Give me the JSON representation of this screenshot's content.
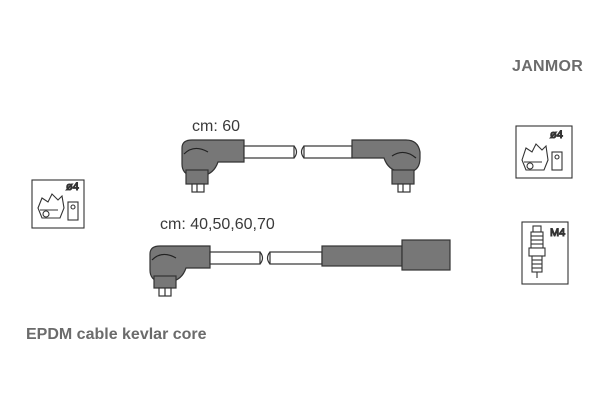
{
  "brand": "JANMOR",
  "cable_set_1": {
    "label": "cm: 60"
  },
  "cable_set_2": {
    "label": "cm: 40,50,60,70"
  },
  "connector_left": {
    "tag": "ø4"
  },
  "connector_right_top": {
    "tag": "ø4"
  },
  "connector_right_bottom": {
    "tag": "M4"
  },
  "footer": "EPDM cable kevlar core",
  "colors": {
    "body": "#777777",
    "outline": "#333333",
    "text": "#3a3a3a",
    "muted": "#6b6b6b"
  }
}
